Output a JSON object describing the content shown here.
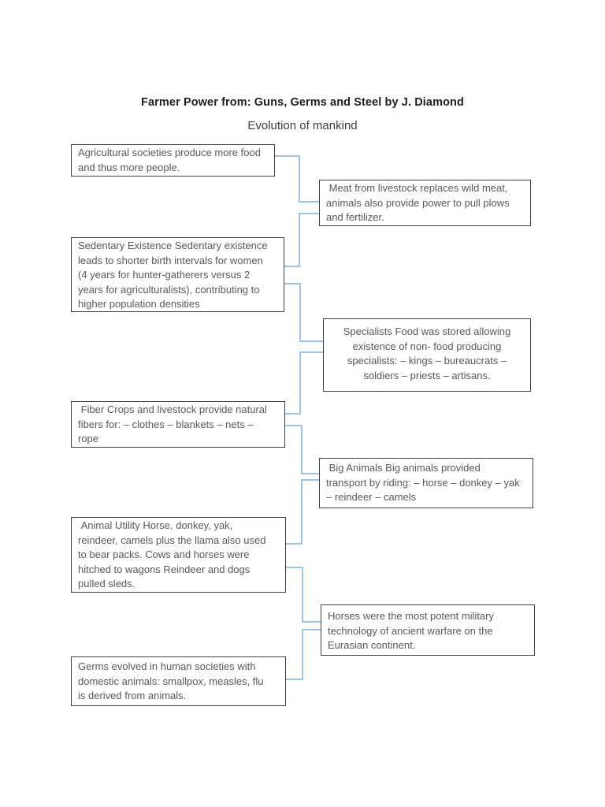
{
  "page": {
    "title": "Farmer Power from: Guns, Germs and Steel by J. Diamond",
    "subtitle": "Evolution of mankind"
  },
  "diagram": {
    "boxes": [
      {
        "id": "agricultural",
        "column": "left",
        "text": "Agricultural societies produce more food\nand thus more people."
      },
      {
        "id": "meat",
        "column": "right",
        "text": " Meat from livestock replaces wild meat,\nanimals also provide power to pull plows\nand fertilizer."
      },
      {
        "id": "sedentary",
        "column": "left",
        "text": "Sedentary Existence Sedentary existence\nleads to shorter birth intervals for women\n(4 years for hunter-gatherers versus 2\nyears for agriculturalists), contributing to\nhigher population densities"
      },
      {
        "id": "specialists",
        "column": "right",
        "text": "Specialists Food was stored allowing\nexistence of non- food producing\nspecialists: – kings – bureaucrats –\nsoldiers – priests – artisans."
      },
      {
        "id": "fiber",
        "column": "left",
        "text": " Fiber Crops and livestock provide natural\nfibers for: – clothes – blankets – nets –\nrope"
      },
      {
        "id": "big-animals",
        "column": "right",
        "text": " Big Animals Big animals provided\ntransport by riding: – horse – donkey – yak\n– reindeer – camels"
      },
      {
        "id": "animal-utility",
        "column": "left",
        "text": " Animal Utility Horse, donkey, yak,\nreindeer, camels plus the llama also used\nto bear packs. Cows and horses were\nhitched to wagons Reindeer and dogs\npulled sleds."
      },
      {
        "id": "horses",
        "column": "right",
        "text": "Horses were the most potent military\ntechnology of ancient warfare on the\nEurasian continent."
      },
      {
        "id": "germs",
        "column": "left",
        "text": "Germs evolved in human societies with\ndomestic animals: smallpox, measles, flu\nis derived from animals."
      }
    ]
  },
  "colors": {
    "box_border": "#3f3f3f",
    "box_text": "#595959",
    "connector": "#9dc3e6",
    "title_text": "#1f1f1f"
  }
}
